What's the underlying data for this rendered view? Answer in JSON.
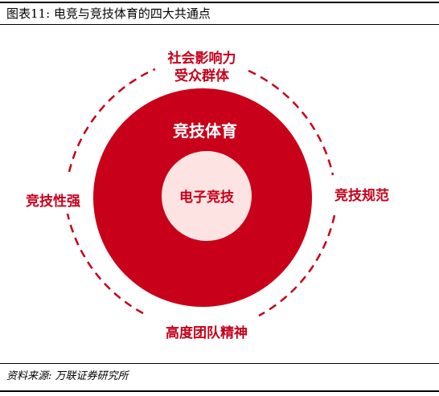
{
  "title": "图表11:  电竞与竞技体育的四大共通点",
  "source": "资料来源:  万联证券研究所",
  "colors": {
    "accent": "#c8001a",
    "inner_fill": "#fde4e3",
    "text_on_accent": "#ffffff",
    "rule": "#000000"
  },
  "diagram": {
    "outer_circle_label": "竞技体育",
    "inner_circle_label": "电子竞技",
    "ring_labels": {
      "top_line1": "社会影响力",
      "top_line2": "受众群体",
      "left": "竞技性强",
      "right": "竞技规范",
      "bottom": "高度团队精神"
    }
  }
}
